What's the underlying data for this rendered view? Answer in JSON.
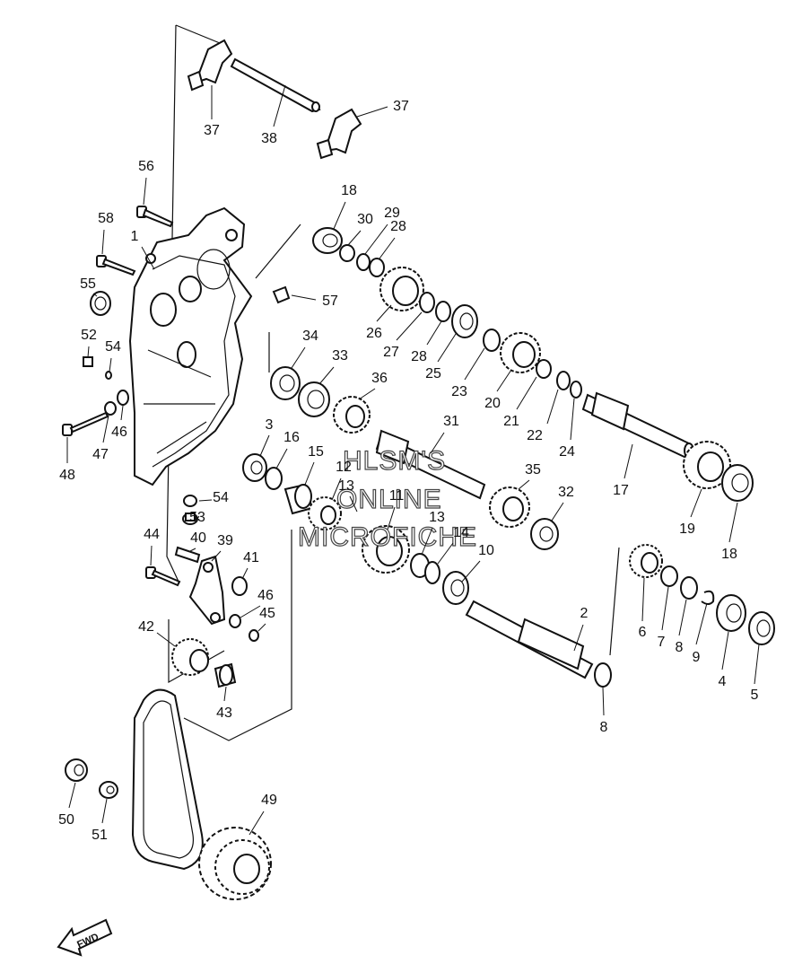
{
  "diagram": {
    "callouts": [
      "1",
      "2",
      "3",
      "4",
      "5",
      "6",
      "7",
      "8",
      "8",
      "9",
      "10",
      "11",
      "12",
      "13",
      "13",
      "14",
      "15",
      "16",
      "17",
      "18",
      "18",
      "19",
      "20",
      "21",
      "22",
      "23",
      "24",
      "25",
      "26",
      "27",
      "28",
      "28",
      "29",
      "30",
      "31",
      "32",
      "33",
      "34",
      "35",
      "36",
      "37",
      "37",
      "38",
      "39",
      "40",
      "41",
      "42",
      "43",
      "44",
      "45",
      "46",
      "46",
      "47",
      "48",
      "49",
      "50",
      "51",
      "52",
      "53",
      "54",
      "54",
      "55",
      "56",
      "57",
      "58"
    ],
    "watermark": [
      "HLSM'S",
      "ONLINE",
      "MICROFICHE"
    ],
    "fwd_label": "FWD"
  }
}
